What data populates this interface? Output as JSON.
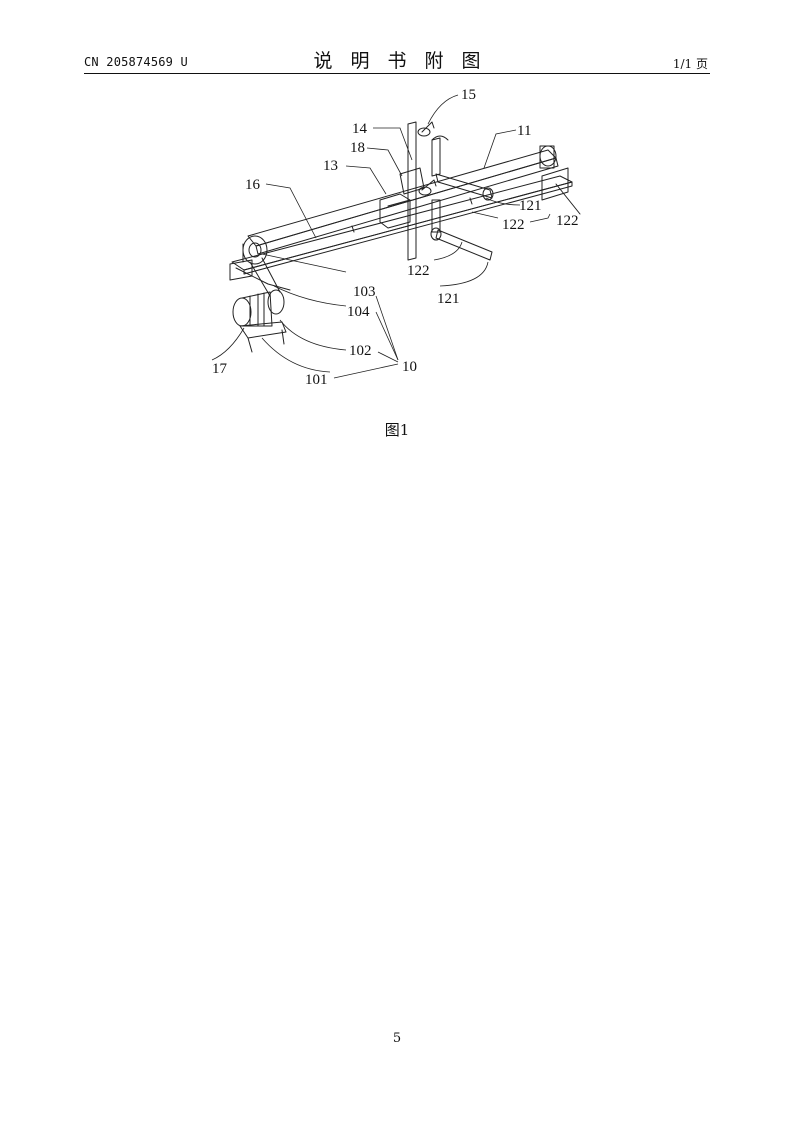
{
  "header": {
    "doc_number": "CN 205874569 U",
    "title": "说明书附图",
    "page": "1/1 页"
  },
  "figure": {
    "labels": {
      "l15": "15",
      "l14": "14",
      "l11": "11",
      "l18": "18",
      "l13": "13",
      "l16": "16",
      "l121a": "121",
      "l122a": "122",
      "l122b": "122",
      "l122c": "122",
      "l121b": "121",
      "l103": "103",
      "l104": "104",
      "l102": "102",
      "l10": "10",
      "l17": "17",
      "l101": "101"
    },
    "caption": "图1"
  },
  "footer": {
    "page_number": "5"
  }
}
